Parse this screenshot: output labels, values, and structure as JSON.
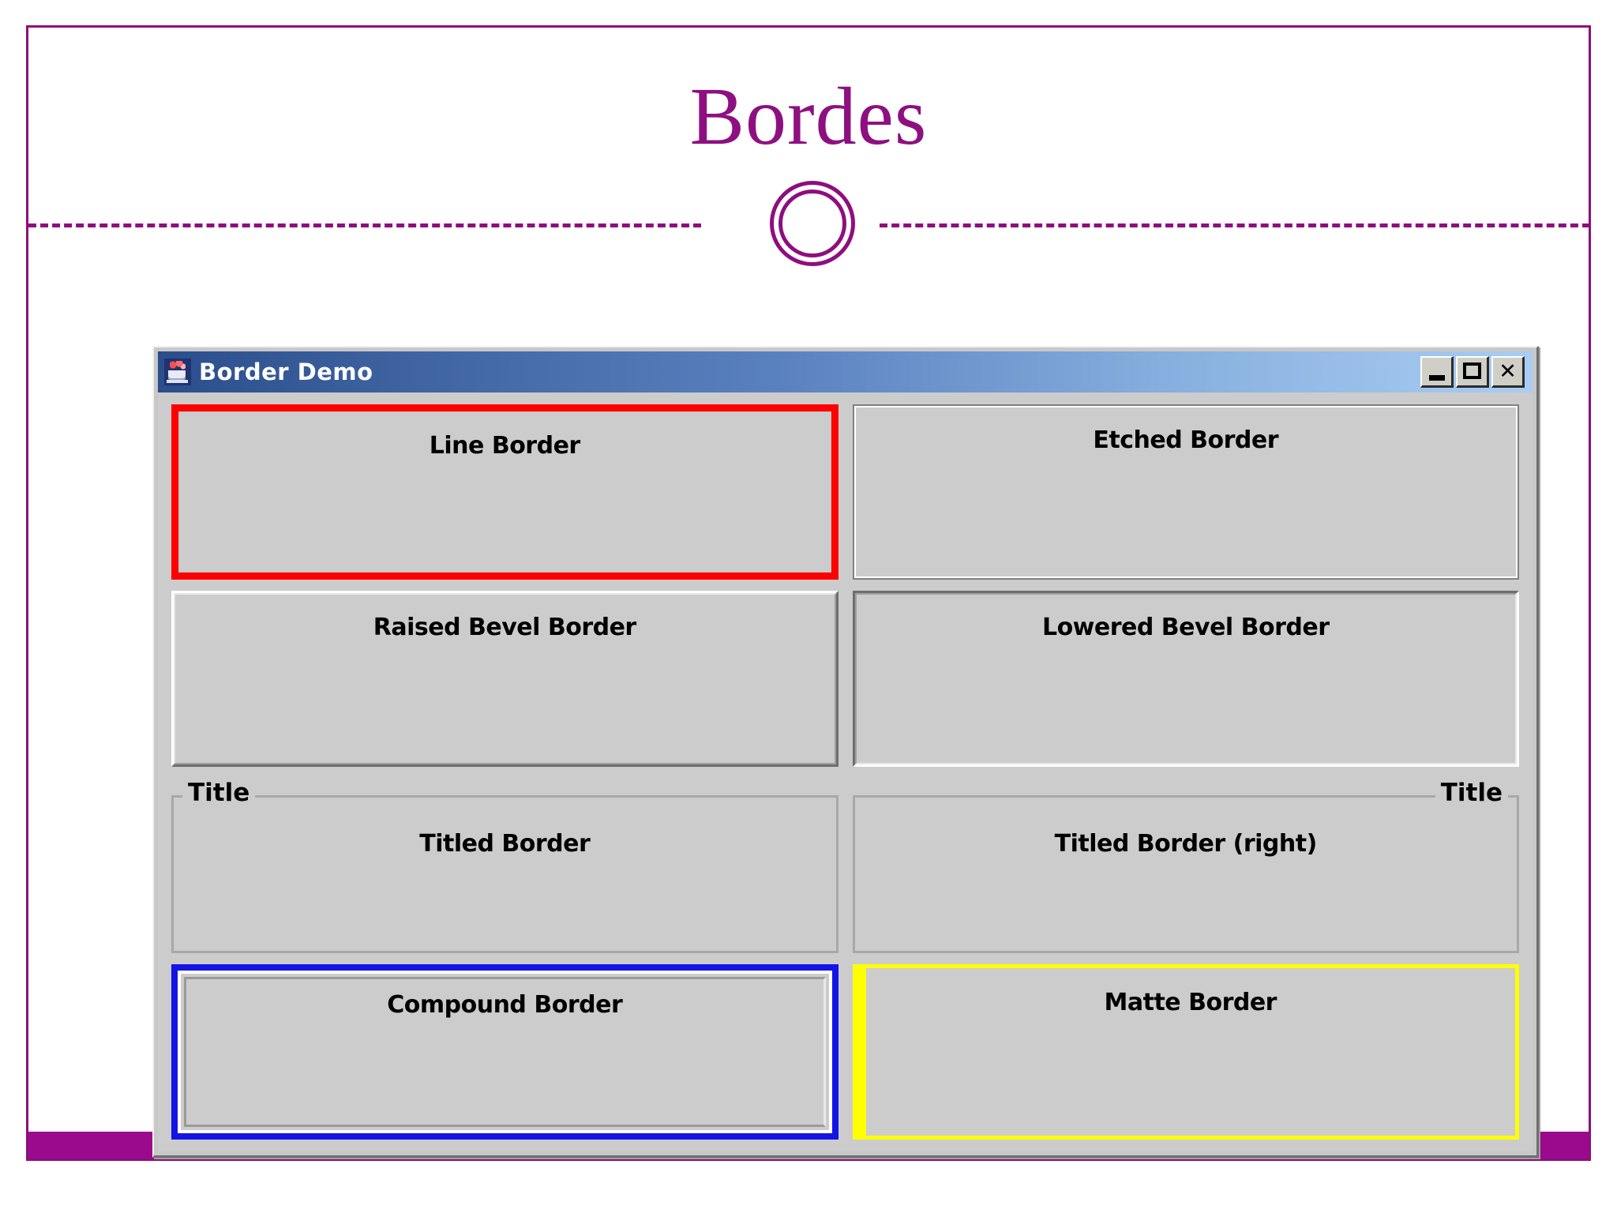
{
  "slide": {
    "title": "Bordes",
    "accent_color": "#8E0E7E",
    "bar_color": "#9B0A8C",
    "background": "#FFFFFF"
  },
  "window": {
    "title": "Border Demo",
    "icon": "java-coffee-cup-icon",
    "titlebar_gradient_from": "#2B4D8C",
    "titlebar_gradient_to": "#A9CDF2",
    "background": "#CCCCCC",
    "controls": [
      {
        "name": "minimize",
        "glyph": "_"
      },
      {
        "name": "maximize",
        "glyph": "□"
      },
      {
        "name": "close",
        "glyph": "×"
      }
    ]
  },
  "panels": [
    {
      "label": "Line Border",
      "style": "line",
      "color": "#FE0000"
    },
    {
      "label": "Etched Border",
      "style": "etched",
      "color": "#808080"
    },
    {
      "label": "Raised Bevel Border",
      "style": "raised",
      "color": "#FFFFFF"
    },
    {
      "label": "Lowered Bevel Border",
      "style": "lowered",
      "color": "#6E6E6E"
    },
    {
      "label": "Titled Border",
      "style": "titled-left",
      "caption": "Title",
      "color": "#A8A8A8"
    },
    {
      "label": "Titled Border (right)",
      "style": "titled-right",
      "caption": "Title",
      "color": "#A8A8A8"
    },
    {
      "label": "Compound Border",
      "style": "compound",
      "color": "#1414E6"
    },
    {
      "label": "Matte Border",
      "style": "matte",
      "color": "#FFFF00"
    }
  ]
}
